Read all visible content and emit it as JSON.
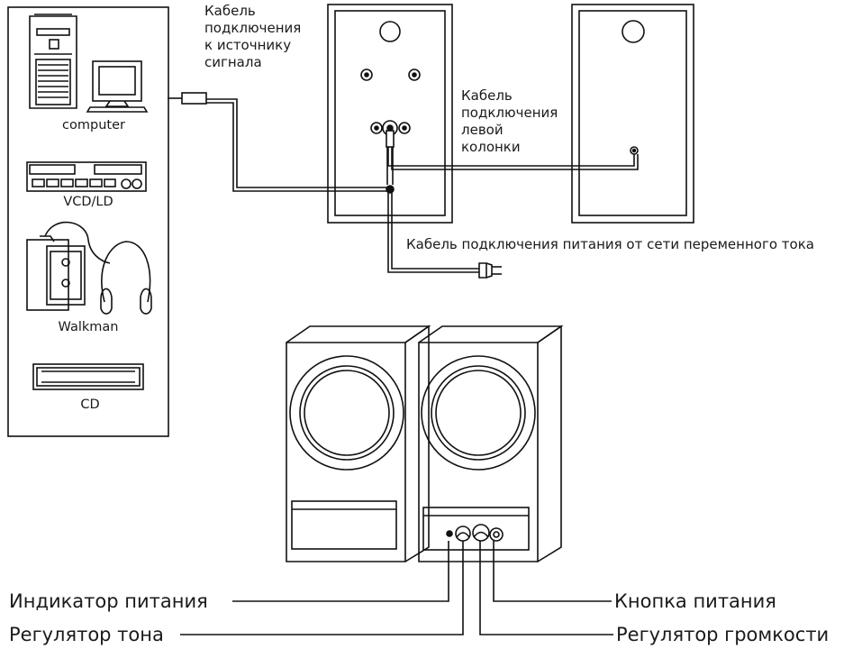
{
  "sources": {
    "computer": "computer",
    "vcd": "VCD/LD",
    "walkman": "Walkman",
    "cd": "CD"
  },
  "cables": {
    "signal": "Кабель\nподключения\nк источнику\nсигнала",
    "left": "Кабель\nподключения\nлевой\nколонки",
    "power": "Кабель подключения питания от сети переменного тока"
  },
  "controls": {
    "power_indicator": "Индикатор питания",
    "tone": "Регулятор тона",
    "power_button": "Кнопка питания",
    "volume": "Регулятор громкости"
  }
}
